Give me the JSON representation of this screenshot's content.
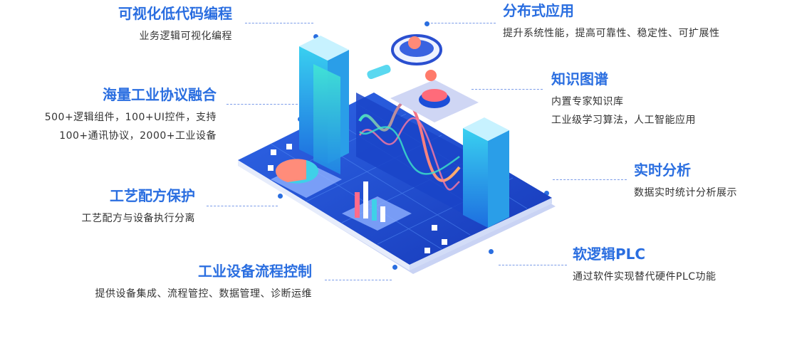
{
  "features": [
    {
      "id": "visual",
      "title": "可视化低代码编程",
      "desc": [
        "业务逻辑可视化编程"
      ]
    },
    {
      "id": "protocol",
      "title": "海量工业协议融合",
      "desc": [
        "500+逻辑组件，100+UI控件，支持",
        "100+通讯协议，2000+工业设备"
      ]
    },
    {
      "id": "recipe",
      "title": "工艺配方保护",
      "desc": [
        "工艺配方与设备执行分离"
      ]
    },
    {
      "id": "flow",
      "title": "工业设备流程控制",
      "desc": [
        "提供设备集成、流程管控、数据管理、诊断运维"
      ]
    },
    {
      "id": "distributed",
      "title": "分布式应用",
      "desc": [
        "提升系统性能，提高可靠性、稳定性、可扩展性"
      ]
    },
    {
      "id": "knowledge",
      "title": "知识图谱",
      "desc": [
        "内置专家知识库",
        "工业级学习算法，人工智能应用"
      ]
    },
    {
      "id": "realtime",
      "title": "实时分析",
      "desc": [
        "数据实时统计分析展示"
      ]
    },
    {
      "id": "softplc",
      "title": "软逻辑PLC",
      "desc": [
        "通过软件实现替代硬件PLC功能"
      ]
    }
  ],
  "colors": {
    "accent": "#2a6ee0",
    "text": "#333333",
    "platform": "#1d4fd6"
  }
}
